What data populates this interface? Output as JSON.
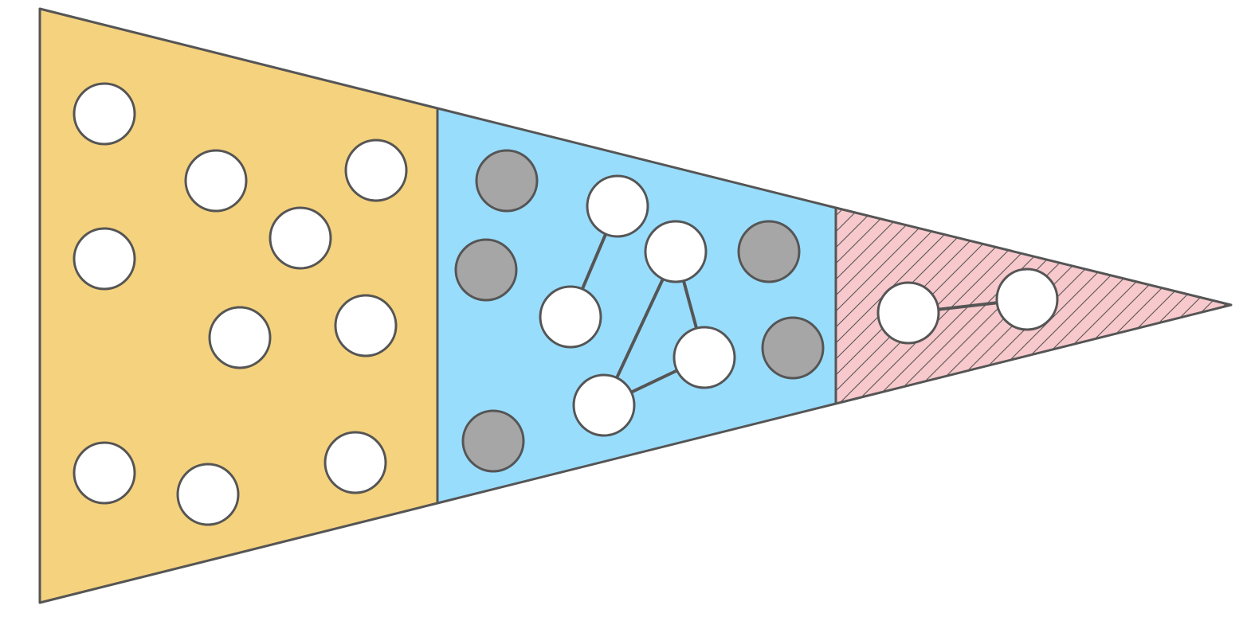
{
  "colors": {
    "outline": "#555555",
    "stage_1_fill": "#f5d27d",
    "stage_2_fill": "#99ddfd",
    "stage_3_fill": "#f7c8cc",
    "hatch": "#555555",
    "node_white": "#ffffff",
    "node_gray": "#a6a6a6",
    "background": "#ffffff"
  },
  "diagram": {
    "shape": "funnel",
    "stages": [
      {
        "id": "stage-1",
        "fill": "stage_1_fill",
        "pattern": "none",
        "node_count": 10,
        "gray_nodes": 0,
        "connections": 0
      },
      {
        "id": "stage-2",
        "fill": "stage_2_fill",
        "pattern": "none",
        "node_count": 10,
        "gray_nodes": 5,
        "connections": 4
      },
      {
        "id": "stage-3",
        "fill": "stage_3_fill",
        "pattern": "diagonal-hatch",
        "node_count": 2,
        "gray_nodes": 0,
        "connections": 1
      }
    ]
  }
}
